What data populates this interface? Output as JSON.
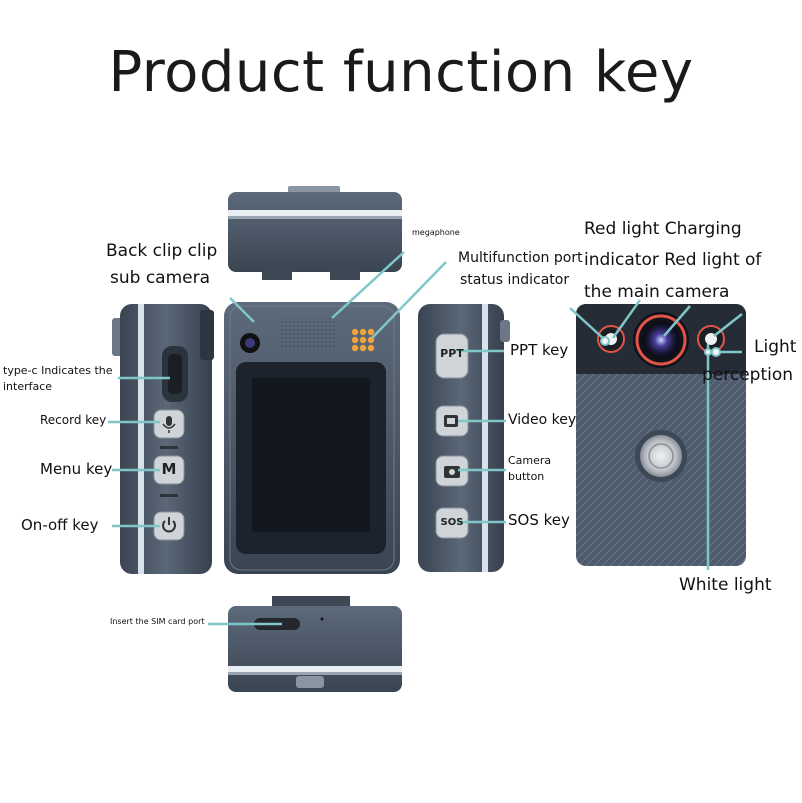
{
  "title": "Product function key",
  "labels": {
    "back_clip": "Back clip clip",
    "sub_camera": "sub camera",
    "megaphone": "megaphone",
    "multifunction_port": "Multifunction port",
    "status_indicator": "status indicator",
    "red_light_charging": "Red light Charging",
    "indicator_red_light": "indicator Red light of",
    "main_camera": "the main camera",
    "typec_line1": "type-c Indicates the",
    "typec_line2": "interface",
    "record_key": "Record key",
    "menu_key": "Menu key",
    "onoff_key": "On-off key",
    "ppt_key": "PPT key",
    "video_key": "Video key",
    "camera_button_line1": "Camera",
    "camera_button_line2": "button",
    "sos_key": "SOS key",
    "light": "Light",
    "perception": "perception",
    "white_light": "White light",
    "sim_port": "Insert the SIM card port"
  },
  "buttons": {
    "menu": "M",
    "ppt": "PPT",
    "sos": "SOS"
  },
  "colors": {
    "device_body": "#4e5a6a",
    "device_dark": "#2f3844",
    "accent_line": "#7fc6c9",
    "screen": "#151a22",
    "indicator_orange": "#f2a23a"
  },
  "icons": [
    "microphone-icon",
    "power-icon",
    "video-icon",
    "camera-icon",
    "police-emblem-icon",
    "lens-icon"
  ]
}
